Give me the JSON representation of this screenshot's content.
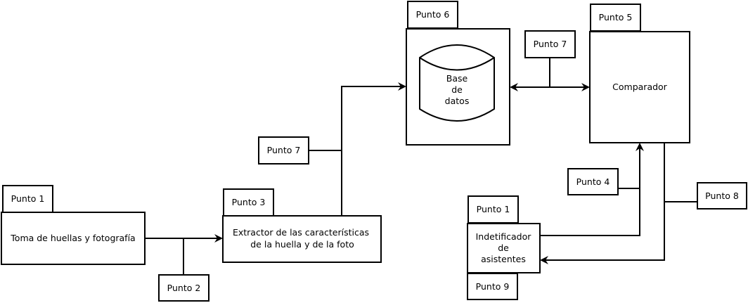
{
  "labels": {
    "punto1_top": "Punto 1",
    "punto2": "Punto 2",
    "punto3": "Punto 3",
    "punto7_left": "Punto 7",
    "punto6": "Punto 6",
    "punto7_top": "Punto 7",
    "punto5": "Punto 5",
    "punto4": "Punto 4",
    "punto1_right": "Punto 1",
    "punto9": "Punto 9",
    "punto8": "Punto 8"
  },
  "blocks": {
    "toma": "Toma de huellas y fotografía",
    "extractor_line1": "Extractor de las características",
    "extractor_line2": "de la huella y de la foto",
    "db_line1": "Base",
    "db_line2": "de",
    "db_line3": "datos",
    "comparador": "Comparador",
    "ident_line1": "Indetificador",
    "ident_line2": "de",
    "ident_line3": "asistentes"
  }
}
